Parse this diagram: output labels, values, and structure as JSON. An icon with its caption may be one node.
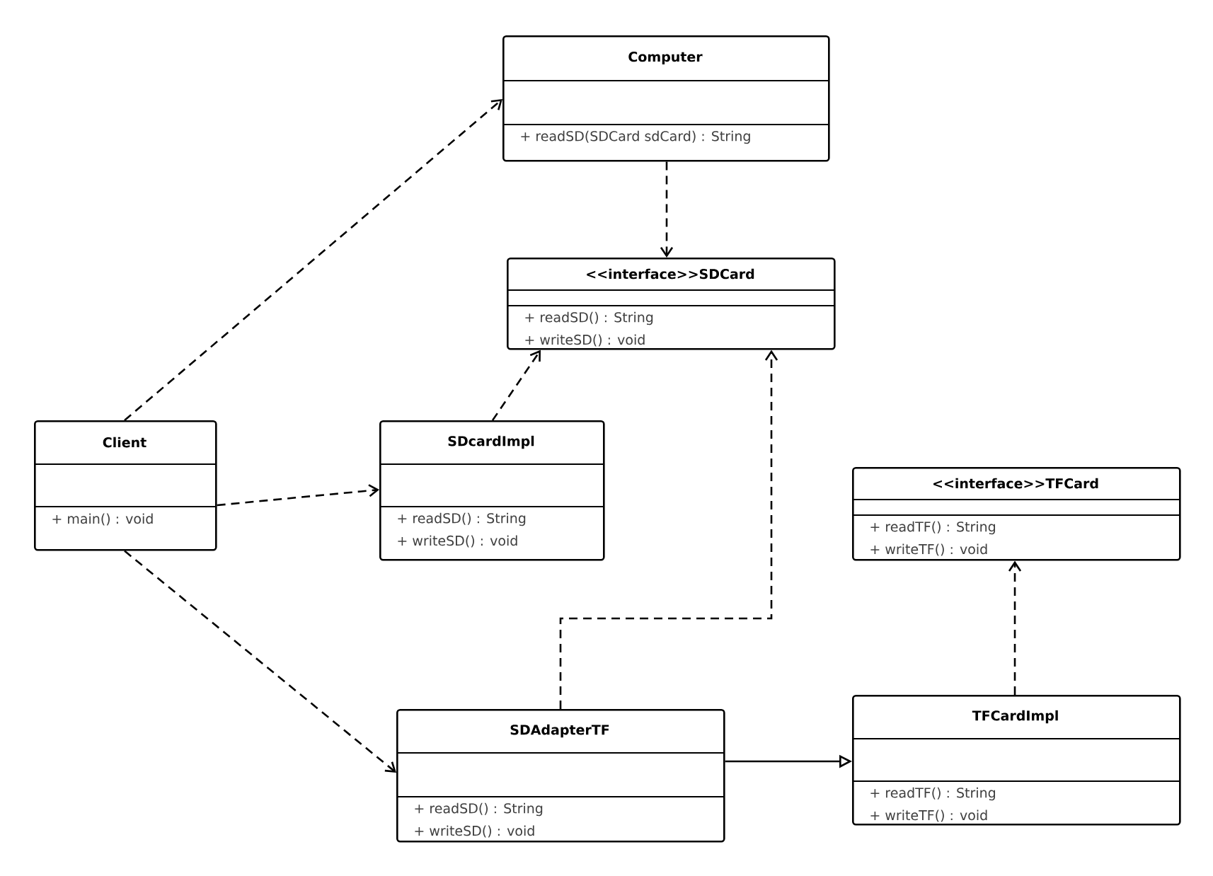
{
  "diagram": {
    "nodes": [
      {
        "text": [
          "Computer",
          "+ readSD(SDCard sdCard) : String"
        ]
      },
      {
        "text": [
          "<<interface>>SDCard",
          "+ readSD() : String",
          "+ writeSD() : void"
        ]
      },
      {
        "text": [
          "Client",
          "+ main() : void"
        ]
      },
      {
        "text": [
          "SDcardImpl",
          "+ readSD() : String",
          "+ writeSD() : void"
        ]
      },
      {
        "text": [
          "<<interface>>TFCard",
          "+ readTF() : String",
          "+ writeTF() : void"
        ]
      },
      {
        "text": [
          "SDAdapterTF",
          "+ readSD() : String",
          "+ writeSD() : void"
        ]
      },
      {
        "text": [
          "TFCardImpl",
          "+ readTF() : String",
          "+ writeTF() : void"
        ]
      }
    ],
    "edges": [
      {
        "from": 2,
        "to": 0,
        "arrow": "to",
        "style": "dashed"
      },
      {
        "from": 0,
        "to": 1,
        "arrow": "to",
        "style": "dashed"
      },
      {
        "from": 2,
        "to": 3,
        "arrow": "to",
        "style": "dashed"
      },
      {
        "from": 3,
        "to": 1,
        "arrow": "to",
        "style": "dashed"
      },
      {
        "from": 2,
        "to": 5,
        "arrow": "to",
        "style": "dashed"
      },
      {
        "from": 5,
        "to": 1,
        "arrow": "to",
        "style": "dashed"
      },
      {
        "from": 5,
        "to": 6,
        "arrow": "to"
      },
      {
        "from": 6,
        "to": 4,
        "arrow": "to",
        "style": "dashed"
      }
    ]
  }
}
